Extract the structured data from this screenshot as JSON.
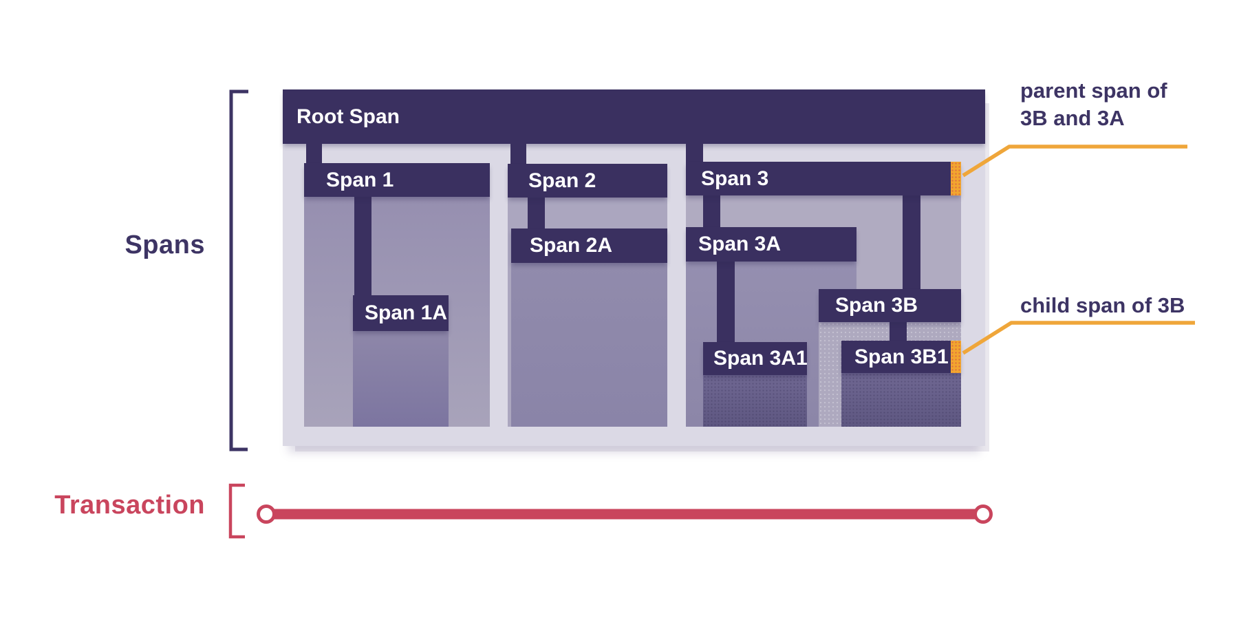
{
  "diagram": {
    "section_labels": {
      "spans": "Spans",
      "transaction": "Transaction"
    },
    "spans": {
      "root": {
        "label": "Root Span"
      },
      "s1": {
        "label": "Span 1"
      },
      "s1a": {
        "label": "Span 1A"
      },
      "s2": {
        "label": "Span 2"
      },
      "s2a": {
        "label": "Span 2A"
      },
      "s3": {
        "label": "Span 3"
      },
      "s3a": {
        "label": "Span 3A"
      },
      "s3a1": {
        "label": "Span 3A1"
      },
      "s3b": {
        "label": "Span 3B"
      },
      "s3b1": {
        "label": "Span 3B1"
      }
    },
    "annotations": {
      "parent": "parent span of 3B and 3A",
      "child": "child span of 3B"
    },
    "colors": {
      "span_bar_purple": "#3a3060",
      "root_coverage_gray": "#dbd9e5",
      "label_indigo": "#3d3464",
      "accent_orange": "#f2a62f",
      "transaction_red": "#c9455d"
    }
  }
}
